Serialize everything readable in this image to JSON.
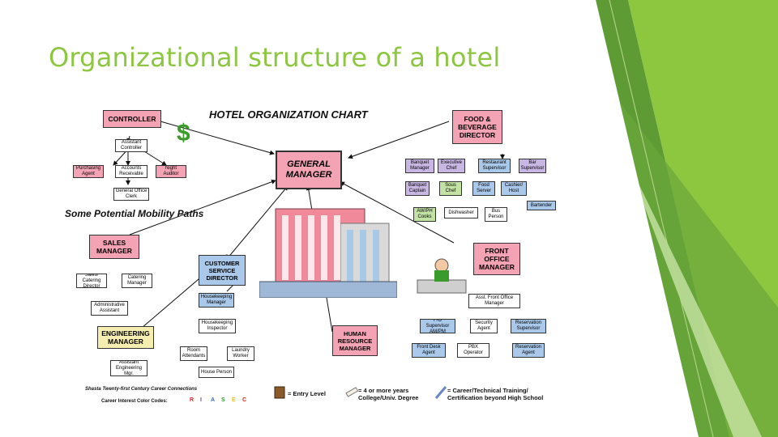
{
  "slide": {
    "title": "Organizational structure of a hotel"
  },
  "chart": {
    "title": "HOTEL ORGANIZATION CHART",
    "mobility": "Some Potential Mobility Paths",
    "boxes": {
      "controller": "CONTROLLER",
      "asst_controller": "Assistant Controller",
      "purchasing_agent": "Purchasing Agent",
      "accounts_receivable": "Accounts Receivable",
      "night_auditor": "Night Auditor",
      "general_office_clerk": "General Office Clerk",
      "general_manager": "GENERAL MANAGER",
      "fnb_director": "FOOD & BEVERAGE DIRECTOR",
      "banquet_manager": "Banquet Manager",
      "executive_chef": "Executive Chef",
      "restaurant_supervisor": "Restaurant Supervisor",
      "bar_supervisor": "Bar Supervisor",
      "banquet_captain": "Banquet Captain",
      "sous_chef": "Sous Chef",
      "food_server": "Food Server",
      "cashier_host": "Cashier/ Host",
      "bartender": "Bartender",
      "awph_cooks": "AW/PH Cooks",
      "dishwasher": "Dishwasher",
      "bus_person": "Bus Person",
      "sales_manager": "SALES MANAGER",
      "sales_catering_director": "Sales/ Catering Director",
      "catering_manager": "Catering Manager",
      "administrative_assistant": "Administrative Assistant",
      "customer_service_director": "CUSTOMER SERVICE DIRECTOR",
      "front_office_manager": "FRONT OFFICE MANAGER",
      "asst_front_office_manager": "Asst. Front Office Manager",
      "fo_supervisor": "F/O Supervisor AM/PM",
      "security_agent": "Security Agent",
      "reservation_supervisor": "Reservation Supervisor",
      "front_desk_agent": "Front Desk Agent",
      "pbx_operator": "PBX Operator",
      "reservation_agent": "Reservation Agent",
      "housekeeping_manager": "Housekeeping Manager",
      "housekeeping_inspector": "Housekeeping Inspector",
      "room_attendants": "Room Attendants",
      "laundry_worker": "Laundry Worker",
      "house_person": "House Person",
      "engineering_manager": "ENGINEERING MANAGER",
      "asst_engineering_mgr": "Assistant Engineering Mgr.",
      "hr_manager": "HUMAN RESOURCE MANAGER"
    },
    "footer": {
      "credit": "Shasta Twenty-first Century Career Connections",
      "codes_label": "Career Interest Color Codes:",
      "codes": [
        "R",
        "I",
        "A",
        "S",
        "E",
        "C"
      ],
      "code_colors": [
        "#e02020",
        "#6a3fb0",
        "#2f6fd0",
        "#2e9b2e",
        "#e8c000",
        "#e02020"
      ],
      "entry_level": "= Entry Level",
      "four_years": "= 4 or more years College/Univ. Degree",
      "career_training": "= Career/Technical Training/ Certification beyond High School"
    }
  }
}
